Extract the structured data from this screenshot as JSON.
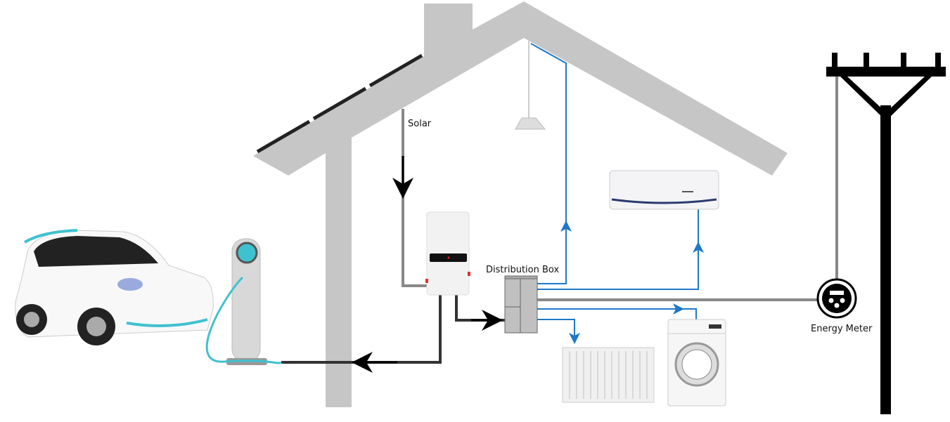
{
  "labels": {
    "solar": "Solar",
    "distribution_box": "Distribution Box",
    "energy_meter": "Energy Meter"
  },
  "colors": {
    "house": "#c6c6c6",
    "ac_wire": "#1f78c8",
    "dc_wire": "#333333",
    "grid_wire": "#888888",
    "pole": "#000000",
    "ev_accent": "#3fc1d0"
  }
}
